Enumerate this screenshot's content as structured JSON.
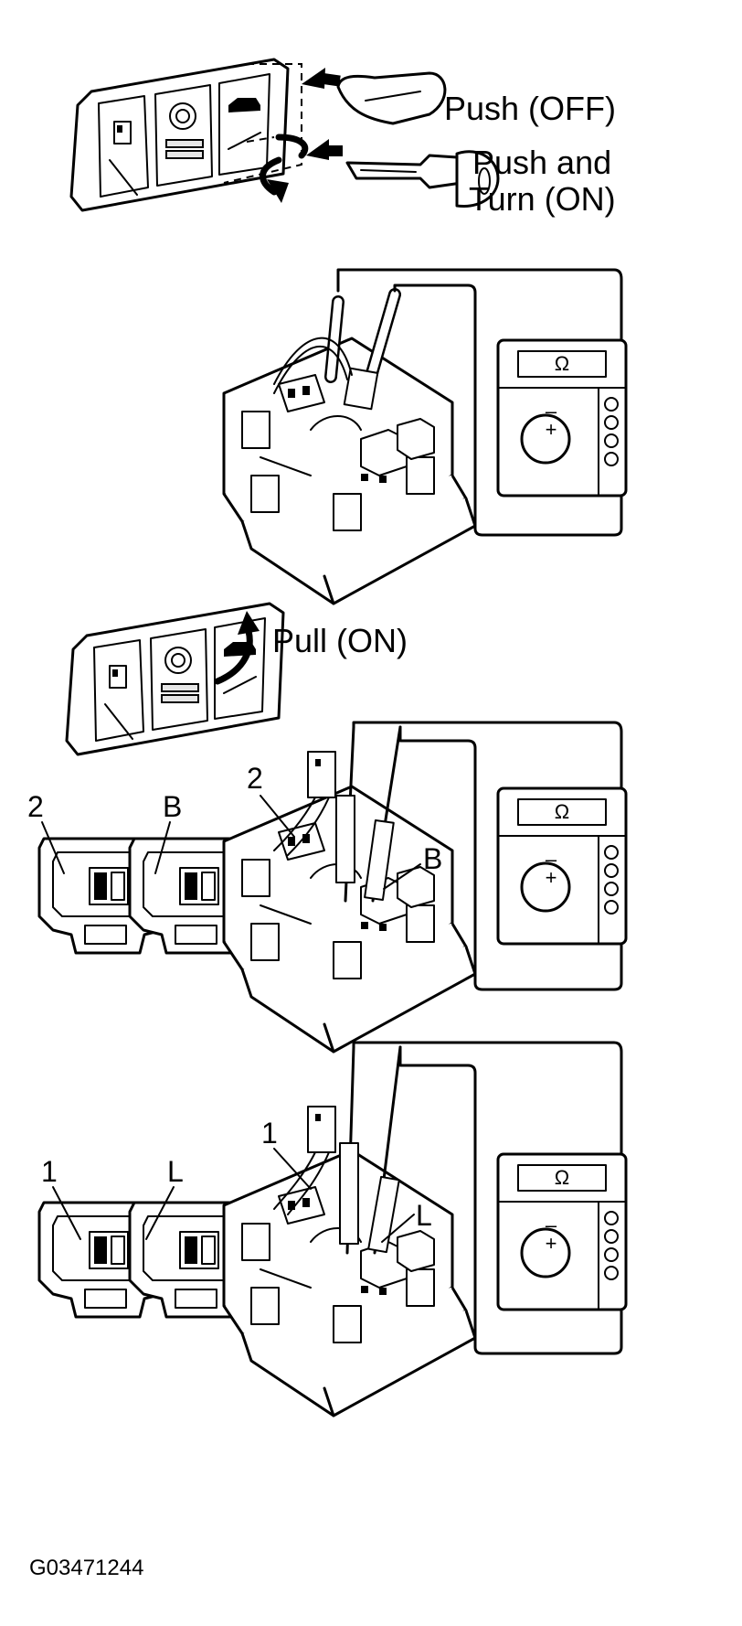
{
  "labels": {
    "push_off": "Push (OFF)",
    "push_and": "Push and",
    "turn_on": "Turn (ON)",
    "pull_on": "Pull (ON)",
    "pin_2": "2",
    "pin_b": "B",
    "pin_1": "1",
    "pin_l": "L",
    "probe_2": "2",
    "probe_b": "B",
    "probe_1": "1",
    "probe_l": "L",
    "figure_code": "G03471244"
  },
  "meter": {
    "symbol": "Ω",
    "minus": "–",
    "plus": "+"
  }
}
